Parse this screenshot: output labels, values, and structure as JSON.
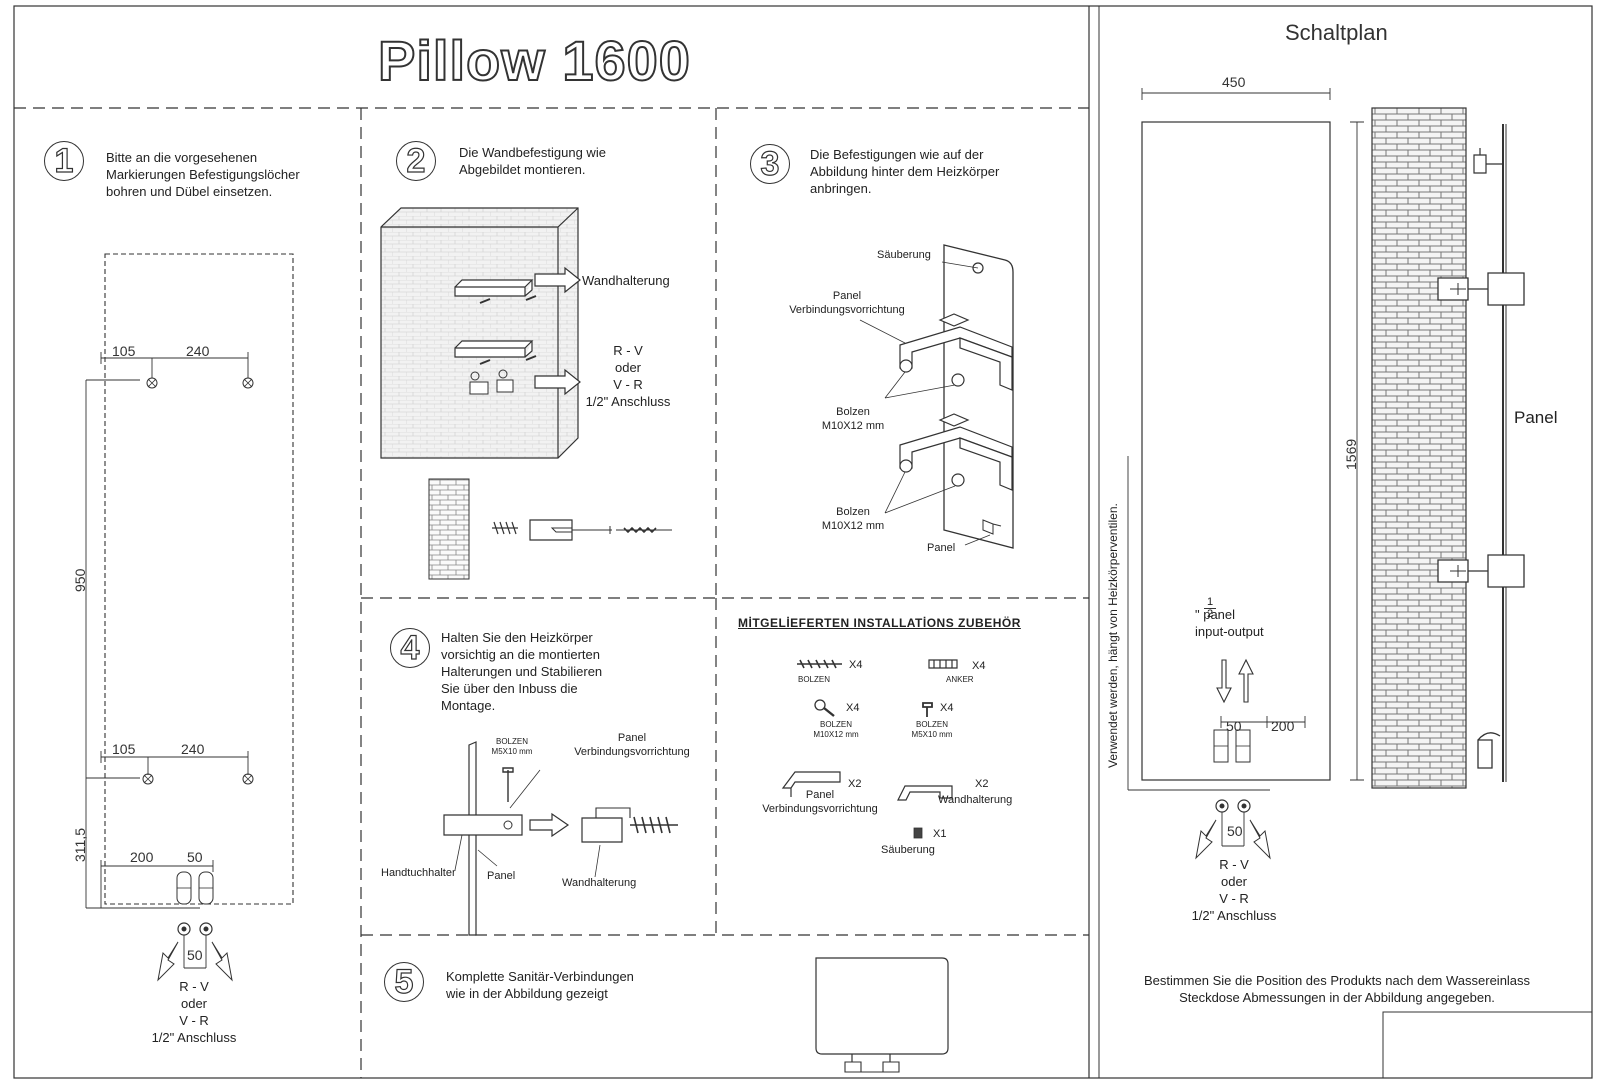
{
  "title": "Pillow 1600",
  "schaltplan": {
    "heading": "Schaltplan",
    "width": "450",
    "height": "1569",
    "panel_label": "Panel",
    "vertical_note": "Verwendet werden, hängt von Heizkörperventilen.",
    "io_fraction_num": "1",
    "io_fraction_den": "2",
    "io_label": "\" panel\ninput-output",
    "dim_50": "50",
    "dim_200": "200",
    "dim_50_bottom": "50",
    "connection": "R - V\noder\nV - R\n1/2\" Anschluss",
    "footer": "Bestimmen Sie die Position des Produkts nach dem Wassereinlass\nSteckdose  Abmessungen in der Abbildung angegeben."
  },
  "step1": {
    "num": "1",
    "text": "Bitte an die vorgesehenen\nMarkierungen Befestigungslöcher\nbohren und Dübel einsetzen.",
    "dim_105_top": "105",
    "dim_240_top": "240",
    "dim_950": "950",
    "dim_105_bottom": "105",
    "dim_240_bottom": "240",
    "dim_311": "311,5",
    "dim_200": "200",
    "dim_50": "50",
    "dim_50_bottom": "50",
    "connection": "R - V\noder\nV - R\n1/2\" Anschluss"
  },
  "step2": {
    "num": "2",
    "text": "Die Wandbefestigung wie\nAbgebildet montieren.",
    "label_bracket": "Wandhalterung",
    "label_connection": "R - V\noder\nV - R\n1/2\" Anschluss"
  },
  "step3": {
    "num": "3",
    "text": "Die Befestigungen wie auf der\nAbbildung hinter dem Heizkörper\nanbringen.",
    "label_cleaning": "Säuberung",
    "label_connector": "Panel\nVerbindungsvorrichtung",
    "label_bolt1": "Bolzen\nM10X12 mm",
    "label_bolt2": "Bolzen\nM10X12 mm",
    "label_panel": "Panel"
  },
  "step4": {
    "num": "4",
    "text": "Halten Sie den Heizkörper\nvorsichtig an die montierten\nHalterungen und Stabilieren\nSie über den Inbuss die\nMontage.",
    "label_bolt": "BOLZEN\nM5X10 mm",
    "label_connector": "Panel\nVerbindungsvorrichtung",
    "label_towel": "Handtuchhalter",
    "label_panel": "Panel",
    "label_bracket": "Wandhalterung"
  },
  "accessories": {
    "heading": "MİTGELİEFERTEN INSTALLATİONS ZUBEHÖR",
    "items": [
      {
        "qty": "X4",
        "label": "BOLZEN"
      },
      {
        "qty": "X4",
        "label": "ANKER"
      },
      {
        "qty": "X4",
        "label": "BOLZEN\nM10X12 mm"
      },
      {
        "qty": "X4",
        "label": "BOLZEN\nM5X10 mm"
      },
      {
        "qty": "X2",
        "label": "Panel\nVerbindungsvorrichtung"
      },
      {
        "qty": "X2",
        "label": "Wandhalterung"
      },
      {
        "qty": "X1",
        "label": "Säuberung"
      }
    ]
  },
  "step5": {
    "num": "5",
    "text": "Komplette Sanitär-Verbindungen\nwie in der Abbildung gezeigt"
  }
}
